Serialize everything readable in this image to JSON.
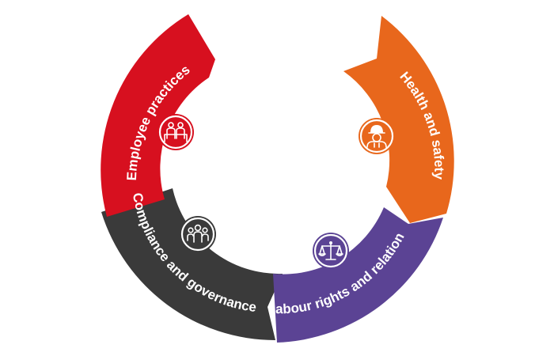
{
  "segments": [
    {
      "id": "employee",
      "label": "Employee practices",
      "color": "#d7101f",
      "icon": "employees-icon"
    },
    {
      "id": "health",
      "label": "Health and safety",
      "color": "#e8671c",
      "icon": "hard-hat-worker-icon"
    },
    {
      "id": "labour",
      "label": "Labour rights and relations",
      "color": "#5b4394",
      "icon": "scales-icon"
    },
    {
      "id": "compliance",
      "label": "Compliance and governance",
      "color": "#3a3a3a",
      "icon": "group-people-icon"
    }
  ]
}
